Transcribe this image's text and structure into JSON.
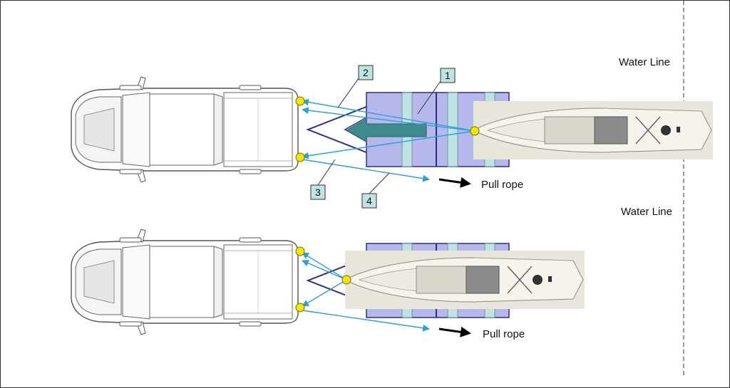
{
  "labels": {
    "water_line_top": "Water Line",
    "water_line_bottom": "Water Line",
    "pull_rope_top": "Pull rope",
    "pull_rope_bottom": "Pull rope"
  },
  "callouts": [
    "1",
    "2",
    "3",
    "4"
  ],
  "colors": {
    "trailer_fill": "#b6b8ec",
    "trailer_stroke": "#2b2f8a",
    "roller": "#bfe3e3",
    "rope": "#2a9fdc",
    "arrow_teal": "#3d8a8f",
    "anchor": "#f2e600",
    "callout_box": "#bfe3e3"
  }
}
